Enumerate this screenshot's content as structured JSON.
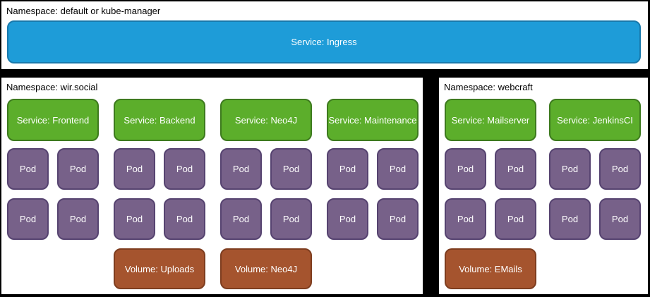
{
  "colors": {
    "canvas-bg": "#000000",
    "box-bg": "#ffffff",
    "blue": "#1e9cd8",
    "blue-border": "#1879ac",
    "green": "#5cae2b",
    "green-border": "#3d7a1e",
    "purple": "#776189",
    "purple-border": "#564370",
    "brown": "#a5542e",
    "brown-border": "#7e3d1f",
    "node-text": "#ffffff"
  },
  "top_namespace": {
    "label": "Namespace: default or kube-manager",
    "service": "Service: Ingress"
  },
  "left_namespace": {
    "label": "Namespace: wir.social",
    "columns": [
      {
        "service": "Service: Frontend",
        "pods": [
          "Pod",
          "Pod",
          "Pod",
          "Pod"
        ],
        "volume": null
      },
      {
        "service": "Service: Backend",
        "pods": [
          "Pod",
          "Pod",
          "Pod",
          "Pod"
        ],
        "volume": "Volume: Uploads"
      },
      {
        "service": "Service: Neo4J",
        "pods": [
          "Pod",
          "Pod",
          "Pod",
          "Pod"
        ],
        "volume": "Volume: Neo4J"
      },
      {
        "service": "Service: Maintenance",
        "pods": [
          "Pod",
          "Pod",
          "Pod",
          "Pod"
        ],
        "volume": null
      }
    ]
  },
  "right_namespace": {
    "label": "Namespace: webcraft",
    "columns": [
      {
        "service": "Service: Mailserver",
        "pods": [
          "Pod",
          "Pod",
          "Pod",
          "Pod"
        ],
        "volume": "Volume: EMails"
      },
      {
        "service": "Service: JenkinsCI",
        "pods": [
          "Pod",
          "Pod",
          "Pod",
          "Pod"
        ],
        "volume": null
      }
    ]
  }
}
